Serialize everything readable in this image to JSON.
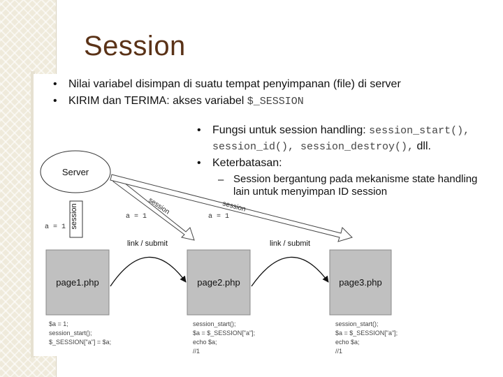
{
  "title": "Session",
  "bullets": {
    "b1": "Nilai variabel disimpan di suatu tempat penyimpanan (file) di server",
    "b2_text": "KIRIM dan TERIMA: akses variabel ",
    "b2_code": "$_SESSION",
    "b3_text": "Fungsi untuk session handling: ",
    "b3_code1": "session_start(),",
    "b3_code2": "session_id(), session_destroy(),",
    "b3_tail": " dll.",
    "b4": "Keterbatasan:",
    "sub1_line1": "Session bergantung pada mekanisme state handling",
    "sub1_line2": "lain untuk menyimpan ID session"
  },
  "diagram": {
    "server_label": "Server",
    "session_vertical": "session",
    "session_label_1": "session",
    "session_label_2": "session",
    "a_equals_left": "a = 1",
    "a_equals_1": "a = 1",
    "a_equals_2": "a = 1",
    "link_label_1": "link / submit",
    "link_label_2": "link / submit",
    "page1": "page1.php",
    "page2": "page2.php",
    "page3": "page3.php",
    "page1_code": [
      "$a = 1;",
      "session_start();",
      "$_SESSION[\"a\"] = $a;"
    ],
    "page2_code": [
      "session_start();",
      "$a = $_SESSION[\"a\"];",
      "echo $a;",
      "//1"
    ],
    "page3_code": [
      "session_start();",
      "$a = $_SESSION[\"a\"];",
      "echo $a;",
      "//1"
    ]
  },
  "colors": {
    "title": "#5a3217",
    "page_box": "#c0c0c0",
    "code": "#444444"
  }
}
